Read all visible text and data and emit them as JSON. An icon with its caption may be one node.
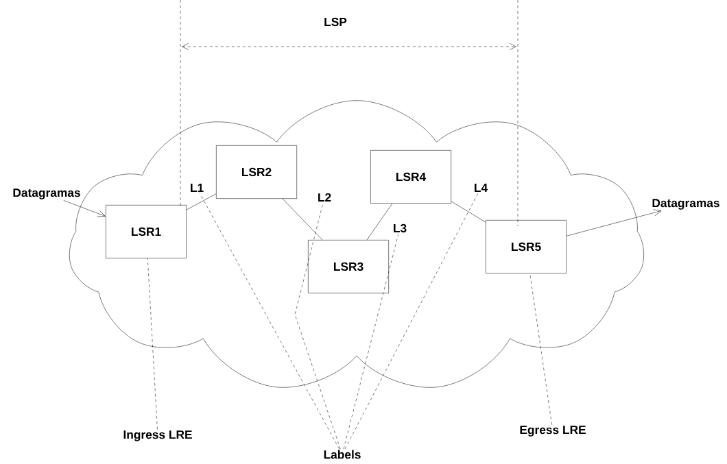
{
  "diagram": {
    "nodes": [
      {
        "text": [],
        "shape": "cloud"
      },
      {
        "text": [
          "LSR1"
        ],
        "in": 0
      },
      {
        "text": [
          "LSR2"
        ],
        "in": 0
      },
      {
        "text": [
          "LSR3"
        ],
        "in": 0
      },
      {
        "text": [
          "LSR4"
        ],
        "in": 0
      },
      {
        "text": [
          "LSR5"
        ],
        "in": 0
      },
      {
        "text": [
          "Datagramas"
        ]
      },
      {
        "text": [
          "Datagramas"
        ]
      },
      {
        "text": [
          "L1"
        ],
        "in": 0
      },
      {
        "text": [
          "L2"
        ],
        "in": 0
      },
      {
        "text": [
          "L3"
        ],
        "in": 0
      },
      {
        "text": [
          "L4"
        ],
        "in": 0
      },
      {
        "text": [
          "Ingress LRE"
        ]
      },
      {
        "text": [
          "Labels"
        ]
      },
      {
        "text": [
          "Egress LRE"
        ]
      }
    ],
    "edges": [
      {
        "from": 6,
        "to": 1,
        "arrow": "to"
      },
      {
        "from": 1,
        "to": 2,
        "arrow": "none"
      },
      {
        "from": 2,
        "to": 3,
        "arrow": "none"
      },
      {
        "from": 3,
        "to": 4,
        "arrow": "none"
      },
      {
        "from": 4,
        "to": 5,
        "arrow": "none"
      },
      {
        "from": 5,
        "to": 7,
        "arrow": "to"
      },
      {
        "from": 13,
        "to": 8,
        "arrow": "none",
        "style": "dashed"
      },
      {
        "from": 13,
        "to": 9,
        "arrow": "none",
        "style": "dashed"
      },
      {
        "from": 13,
        "to": 10,
        "arrow": "none",
        "style": "dashed"
      },
      {
        "from": 13,
        "to": 11,
        "arrow": "none",
        "style": "dashed"
      },
      {
        "from": 12,
        "to": 1,
        "arrow": "none",
        "style": "dashed"
      },
      {
        "from": 14,
        "to": 5,
        "arrow": "none",
        "style": "dashed"
      }
    ],
    "labels": [
      "LSP"
    ]
  }
}
